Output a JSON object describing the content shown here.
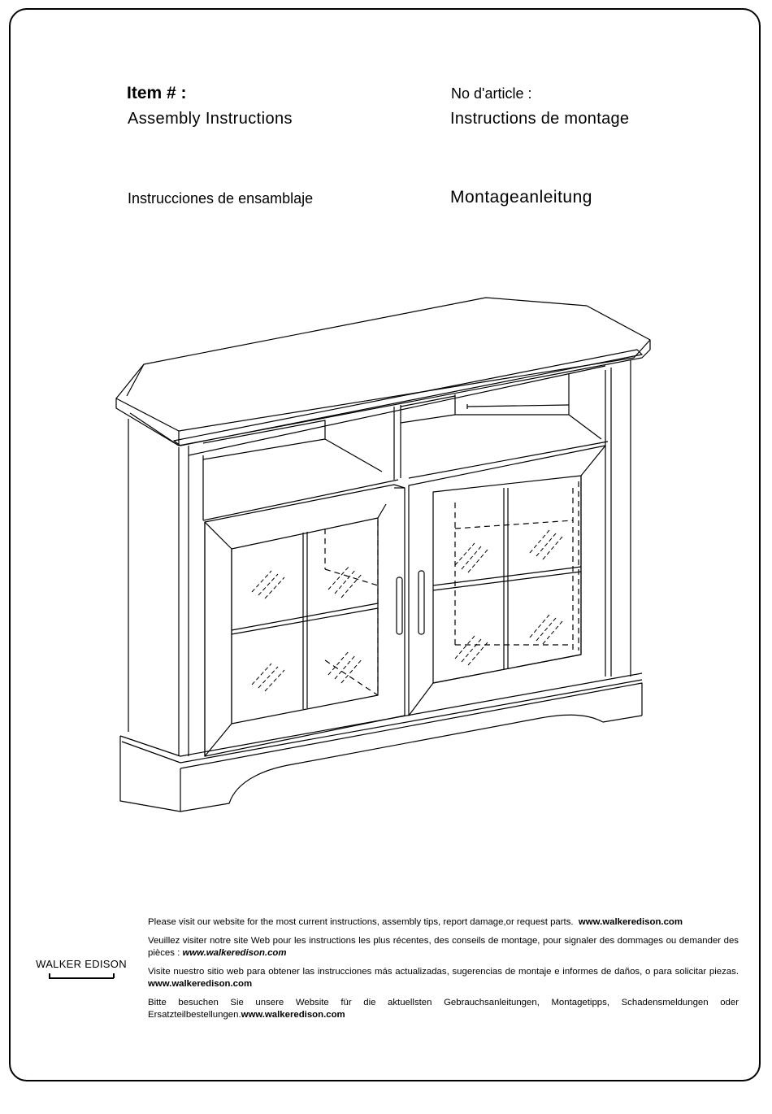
{
  "header": {
    "item_en": "Item # :",
    "assembly_en": "Assembly  Instructions",
    "item_fr": "No d'article :",
    "assembly_fr": "Instructions de montage",
    "assembly_es": "Instrucciones de ensamblaje",
    "assembly_de": "Montageanleitung"
  },
  "illustration": {
    "icon": "corner-tv-cabinet-line-drawing"
  },
  "logo": {
    "text": "WALKER EDISON"
  },
  "footer": {
    "en_text": "Please visit our website for the most current instructions, assembly tips, report damage,or request parts.",
    "en_url": "www.walkeredison.com",
    "fr_text": "Veuillez visiter notre site Web pour les instructions les plus récentes, des conseils de montage, pour signaler des dommages ou demander des pièces :",
    "fr_url": "www.walkeredison.com",
    "es_text": "Visite nuestro sitio web para obtener las instrucciones más actualizadas, sugerencias de montaje e informes de daños, o para solicitar piezas.",
    "es_url": "www.walkeredison.com",
    "de_text": "Bitte besuchen Sie unsere Website für die aktuellsten Gebrauchsanleitungen, Montagetipps, Schadensmeldungen oder Ersatzteilbestellungen.",
    "de_url": "www.walkeredison.com"
  }
}
